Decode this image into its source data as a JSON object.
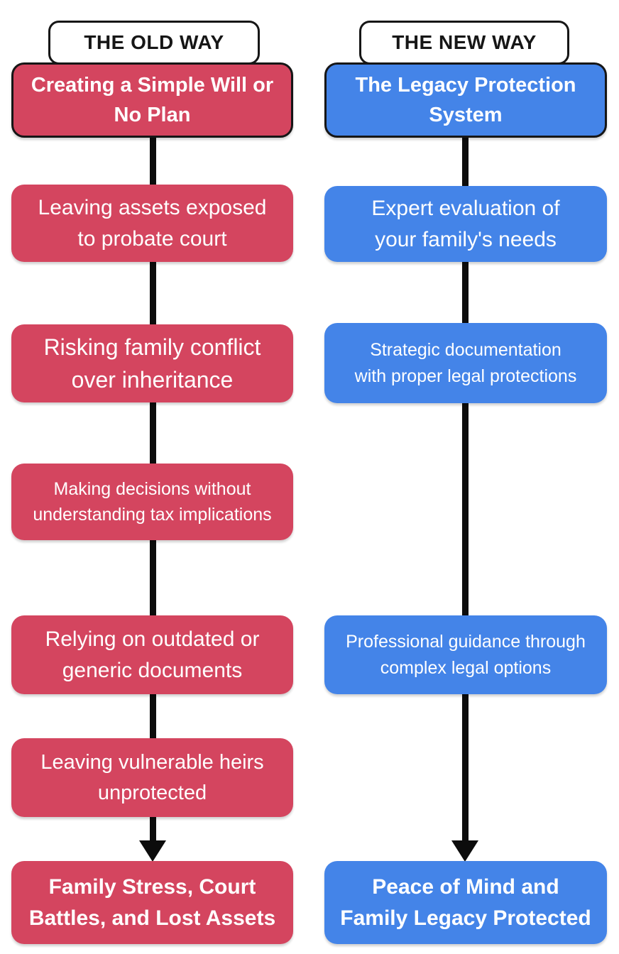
{
  "colors": {
    "old_way_accent": "#d4455f",
    "new_way_accent": "#4484e8",
    "line": "#0c0c0c",
    "header_text": "#161616",
    "box_text": "#ffffff"
  },
  "old_way": {
    "header": "THE OLD WAY",
    "boxes": [
      "Creating a Simple Will or\nNo Plan",
      "Leaving assets exposed\nto probate court",
      "Risking family conflict\nover inheritance",
      "Making decisions without\nunderstanding tax implications",
      "Relying on outdated or\ngeneric documents",
      "Leaving vulnerable heirs\nunprotected",
      "Family Stress, Court\nBattles, and Lost Assets"
    ]
  },
  "new_way": {
    "header": "THE NEW WAY",
    "boxes": [
      "The Legacy Protection\nSystem",
      "Expert evaluation of\nyour family's needs",
      "Strategic documentation\nwith proper legal protections",
      "Professional guidance through\ncomplex legal options",
      "Peace of Mind and\nFamily Legacy Protected"
    ]
  }
}
